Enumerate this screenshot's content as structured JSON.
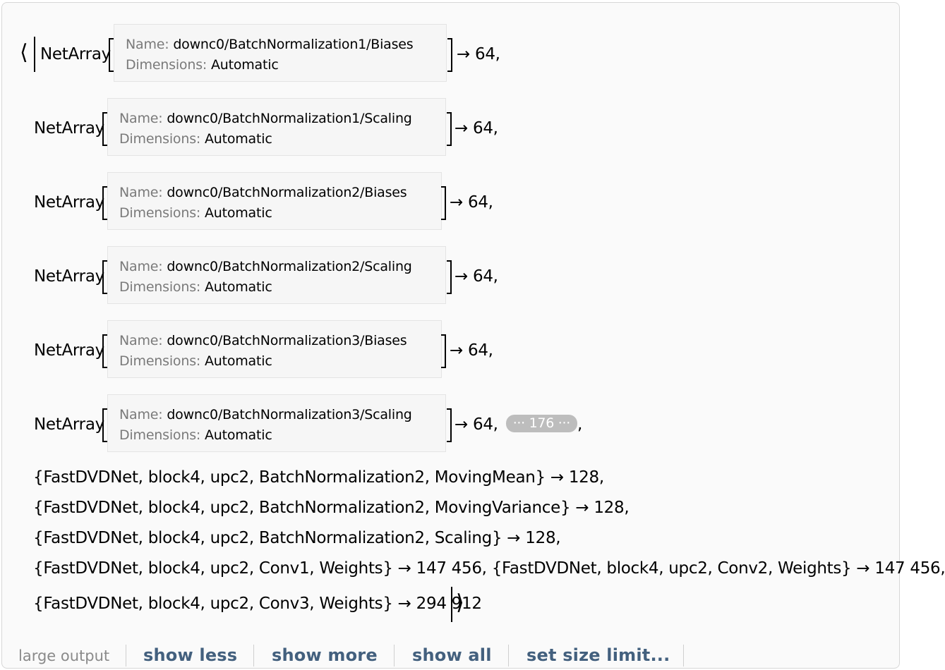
{
  "output": {
    "open_angle": "⟨",
    "close_angle": "⟩",
    "entries": [
      {
        "head": "NetArray",
        "name_key": "Name:",
        "name": "downc0/BatchNormalization1/Biases",
        "dim_key": "Dimensions:",
        "dim": "Automatic",
        "tail": "→ 64,"
      },
      {
        "head": "NetArray",
        "name_key": "Name:",
        "name": "downc0/BatchNormalization1/Scaling",
        "dim_key": "Dimensions:",
        "dim": "Automatic",
        "tail": "→ 64,"
      },
      {
        "head": "NetArray",
        "name_key": "Name:",
        "name": "downc0/BatchNormalization2/Biases",
        "dim_key": "Dimensions:",
        "dim": "Automatic",
        "tail": "→ 64,"
      },
      {
        "head": "NetArray",
        "name_key": "Name:",
        "name": "downc0/BatchNormalization2/Scaling",
        "dim_key": "Dimensions:",
        "dim": "Automatic",
        "tail": "→ 64,"
      },
      {
        "head": "NetArray",
        "name_key": "Name:",
        "name": "downc0/BatchNormalization3/Biases",
        "dim_key": "Dimensions:",
        "dim": "Automatic",
        "tail": "→ 64,"
      },
      {
        "head": "NetArray",
        "name_key": "Name:",
        "name": "downc0/BatchNormalization3/Scaling",
        "dim_key": "Dimensions:",
        "dim": "Automatic",
        "tail": "→ 64,"
      }
    ],
    "elided": "··· 176 ···",
    "elided_suffix": ",",
    "lines": [
      "{FastDVDNet, block4, upc2, BatchNormalization2, MovingMean} → 128,",
      "{FastDVDNet, block4, upc2, BatchNormalization2, MovingVariance} → 128,",
      "{FastDVDNet, block4, upc2, BatchNormalization2, Scaling} → 128,",
      "{FastDVDNet, block4, upc2, Conv1, Weights} → 147 456, {FastDVDNet, block4, upc2, Conv2, Weights} → 147 456,",
      "{FastDVDNet, block4, upc2, Conv3, Weights} → 294 912"
    ]
  },
  "footer": {
    "label": "large output",
    "show_less": "show less",
    "show_more": "show more",
    "show_all": "show all",
    "size_limit": "set size limit..."
  }
}
